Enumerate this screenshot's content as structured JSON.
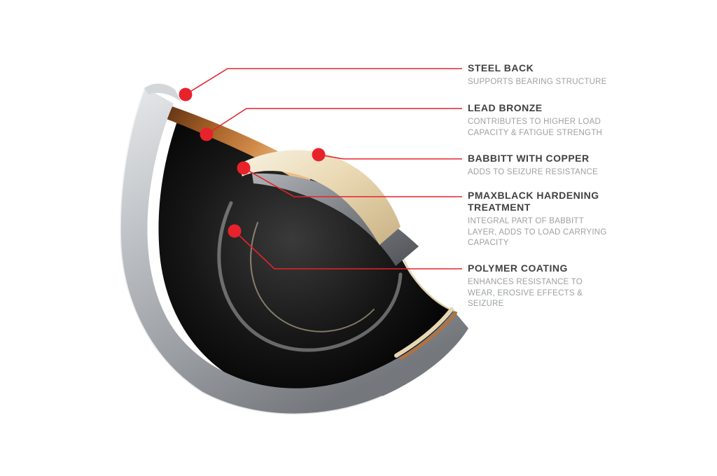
{
  "colors": {
    "accent": "#e8222b",
    "steel": "#aeb2b6",
    "bronze": "#c07a3e",
    "babbitt": "#e9dab2",
    "pmaxblack": "#0a0a0a"
  },
  "diagram": {
    "callouts": [
      {
        "id": "steel-back",
        "heading": "STEEL BACK",
        "description": "SUPPORTS BEARING STRUCTURE"
      },
      {
        "id": "lead-bronze",
        "heading": "LEAD BRONZE",
        "description": "CONTRIBUTES TO HIGHER LOAD\nCAPACITY & FATIGUE STRENGTH"
      },
      {
        "id": "babbitt-with-copper",
        "heading": "BABBITT WITH COPPER",
        "description": "ADDS TO SEIZURE RESISTANCE"
      },
      {
        "id": "pmaxblack-hardening",
        "heading": "PMAXBLACK HARDENING\nTREATMENT",
        "description": "INTEGRAL PART OF BABBITT\nLAYER, ADDS TO LOAD CARRYING\nCAPACITY"
      },
      {
        "id": "polymer-coating",
        "heading": "POLYMER COATING",
        "description": "ENHANCES RESISTANCE TO\nWEAR, EROSIVE EFFECTS &\nSEIZURE"
      }
    ]
  }
}
